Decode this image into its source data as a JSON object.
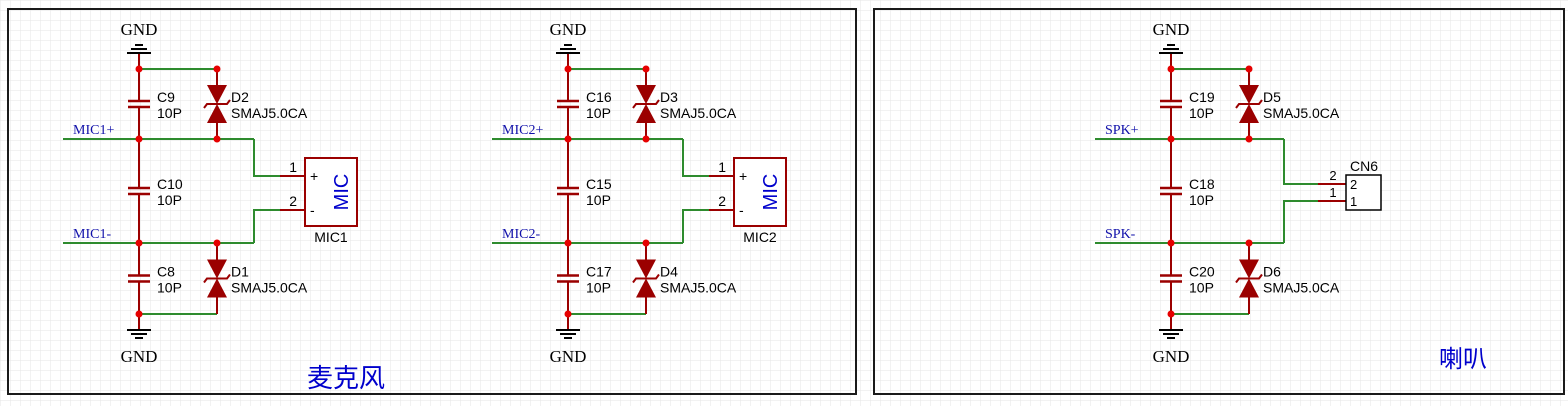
{
  "colors": {
    "grid": "#e6e6e6",
    "frame": "#1a1a1a",
    "wire": "#2e8b2e",
    "component": "#9b0000",
    "pin": "#9b0000",
    "junction": "#e60000",
    "label_blue": "#0000cc",
    "net_label": "#1010aa",
    "text": "#000000"
  },
  "sheets": {
    "mic": {
      "title": "麦克风",
      "circuits": [
        {
          "net_pos": "MIC1+",
          "net_neg": "MIC1-",
          "gnd_top": "GND",
          "gnd_bottom": "GND",
          "caps": [
            {
              "ref": "C9",
              "value": "10P"
            },
            {
              "ref": "C10",
              "value": "10P"
            },
            {
              "ref": "C8",
              "value": "10P"
            }
          ],
          "diodes": [
            {
              "ref": "D2",
              "part": "SMAJ5.0CA"
            },
            {
              "ref": "D1",
              "part": "SMAJ5.0CA"
            }
          ],
          "mic": {
            "ref": "MIC1",
            "body_text": "MIC",
            "pin1": "1",
            "pin2": "2",
            "plus": "+",
            "minus": "-"
          }
        },
        {
          "net_pos": "MIC2+",
          "net_neg": "MIC2-",
          "gnd_top": "GND",
          "gnd_bottom": "GND",
          "caps": [
            {
              "ref": "C16",
              "value": "10P"
            },
            {
              "ref": "C15",
              "value": "10P"
            },
            {
              "ref": "C17",
              "value": "10P"
            }
          ],
          "diodes": [
            {
              "ref": "D3",
              "part": "SMAJ5.0CA"
            },
            {
              "ref": "D4",
              "part": "SMAJ5.0CA"
            }
          ],
          "mic": {
            "ref": "MIC2",
            "body_text": "MIC",
            "pin1": "1",
            "pin2": "2",
            "plus": "+",
            "minus": "-"
          }
        }
      ]
    },
    "speaker": {
      "title": "喇叭",
      "circuit": {
        "net_pos": "SPK+",
        "net_neg": "SPK-",
        "gnd_top": "GND",
        "gnd_bottom": "GND",
        "caps": [
          {
            "ref": "C19",
            "value": "10P"
          },
          {
            "ref": "C18",
            "value": "10P"
          },
          {
            "ref": "C20",
            "value": "10P"
          }
        ],
        "diodes": [
          {
            "ref": "D5",
            "part": "SMAJ5.0CA"
          },
          {
            "ref": "D6",
            "part": "SMAJ5.0CA"
          }
        ],
        "connector": {
          "ref": "CN6",
          "pin_outer_2": "2",
          "pin_outer_1": "1",
          "pin_inner_2": "2",
          "pin_inner_1": "1"
        }
      }
    }
  }
}
